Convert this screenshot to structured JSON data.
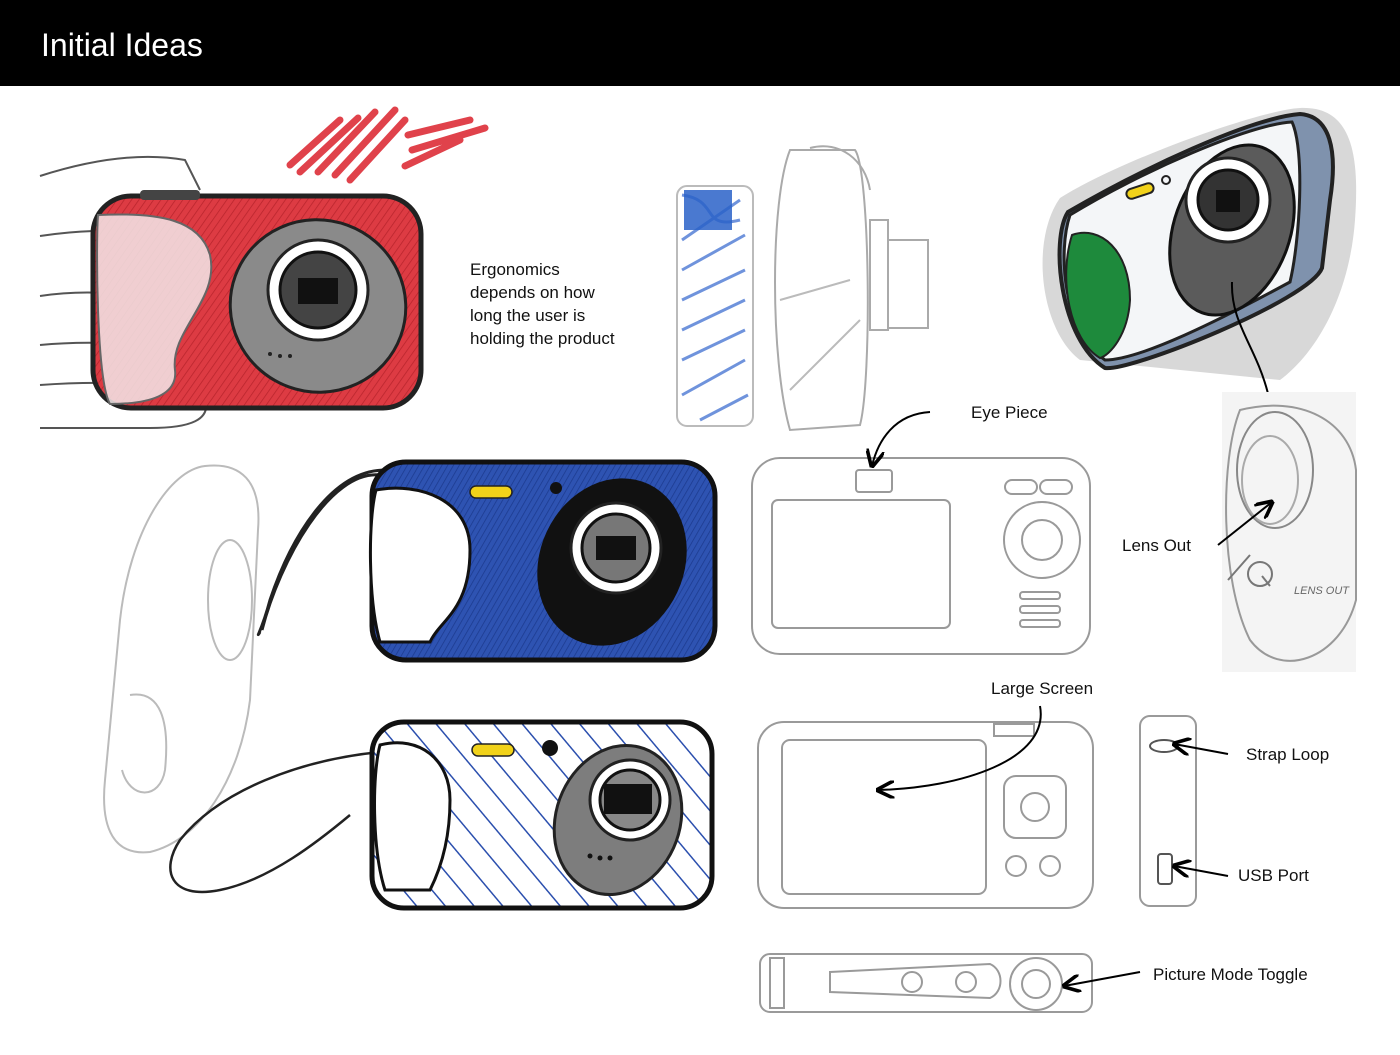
{
  "header": {
    "title": "Initial Ideas"
  },
  "annotations": {
    "ergonomics_note": "Ergonomics\ndepends on how\nlong the user is\nholding the product",
    "eye_piece": "Eye Piece",
    "lens_out": "Lens Out",
    "large_screen": "Large Screen",
    "strap_loop": "Strap Loop",
    "usb_port": "USB Port",
    "picture_mode_toggle": "Picture Mode Toggle"
  },
  "sketch_text": {
    "lens_out_scribble": "LENS OUT"
  },
  "colors": {
    "header_bg": "#000000",
    "red_body": "#d9353d",
    "blue_body": "#2b4fae",
    "yellow_button": "#f1d21a",
    "green_grip": "#1e8a3c",
    "pale_blue_body": "#7f92ad"
  }
}
